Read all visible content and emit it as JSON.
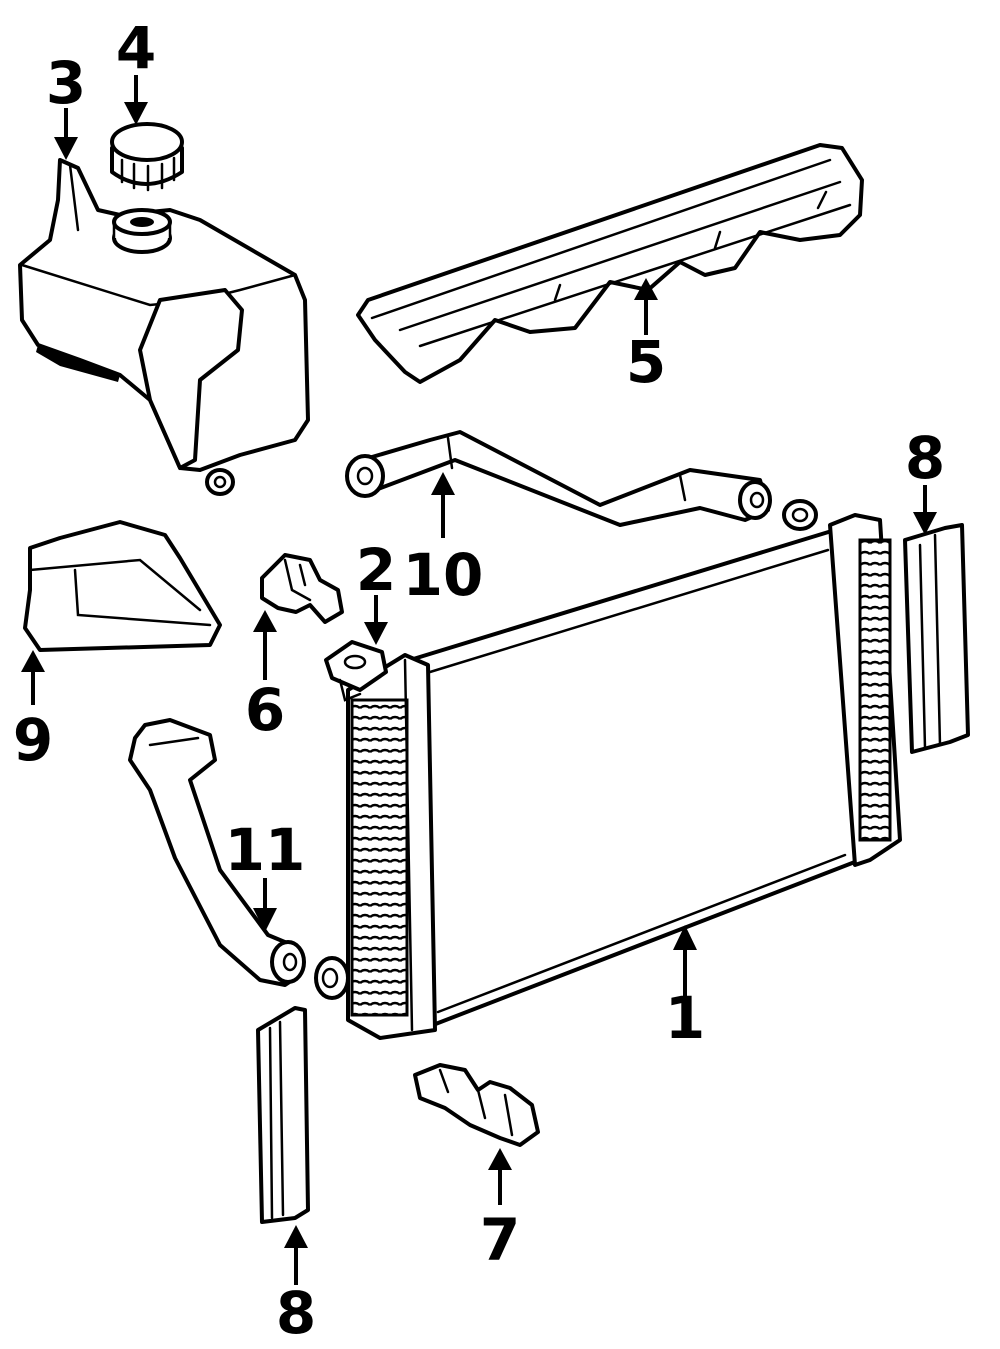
{
  "diagram": {
    "callouts": [
      {
        "id": "c1",
        "label": "1"
      },
      {
        "id": "c2",
        "label": "2"
      },
      {
        "id": "c3",
        "label": "3"
      },
      {
        "id": "c4",
        "label": "4"
      },
      {
        "id": "c5",
        "label": "5"
      },
      {
        "id": "c6",
        "label": "6"
      },
      {
        "id": "c7",
        "label": "7"
      },
      {
        "id": "c8a",
        "label": "8"
      },
      {
        "id": "c8b",
        "label": "8"
      },
      {
        "id": "c9",
        "label": "9"
      },
      {
        "id": "c10",
        "label": "10"
      },
      {
        "id": "c11",
        "label": "11"
      }
    ]
  }
}
